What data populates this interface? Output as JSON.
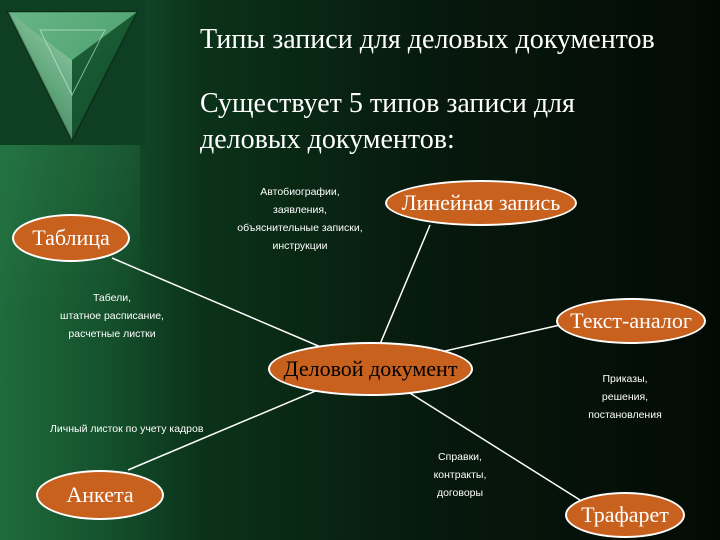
{
  "title": "Типы записи для деловых документов",
  "subtitle": "Существует 5 типов записи для деловых документов:",
  "colors": {
    "oval_fill": "#c8601e",
    "oval_border": "#ffffff",
    "line": "#ffffff",
    "background_dark": "#071a0e",
    "background_light": "#1f6b3c"
  },
  "nodes": {
    "center": "Деловой документ",
    "table": "Таблица",
    "linear": "Линейная запись",
    "text_analog": "Текст-аналог",
    "questionnaire": "Анкета",
    "stencil": "Трафарет"
  },
  "notes": {
    "linear": [
      "Автобиографии,",
      "заявления,",
      "объяснительные записки,",
      "инструкции"
    ],
    "table": [
      "Табели,",
      "штатное расписание,",
      "расчетные листки"
    ],
    "text_analog": [
      "Приказы,",
      "решения,",
      "постановления"
    ],
    "questionnaire": [
      "Личный листок по учету кадров"
    ],
    "stencil": [
      "Справки,",
      "контракты,",
      "договоры"
    ]
  }
}
